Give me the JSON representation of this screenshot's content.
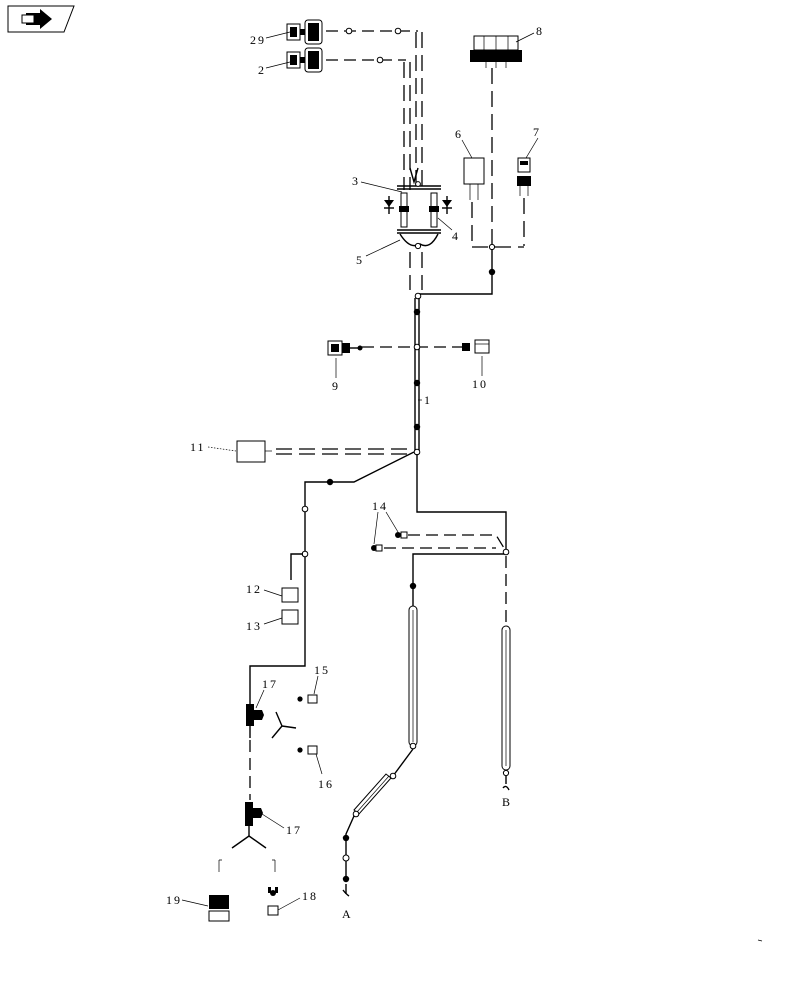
{
  "navigation": {
    "icon": "next-page-arrow-icon"
  },
  "callouts": {
    "n1": "1",
    "n2": "2",
    "n3": "3",
    "n4": "4",
    "n5": "5",
    "n6": "6",
    "n7": "7",
    "n8": "8",
    "n9": "9",
    "n10": "10",
    "n11": "11",
    "n12": "12",
    "n13": "13",
    "n14": "14",
    "n15": "15",
    "n16": "16",
    "n17a": "17",
    "n17b": "17",
    "n18": "18",
    "n19": "19",
    "n29": "29"
  },
  "endpoints": {
    "a": "A",
    "b": "B"
  }
}
